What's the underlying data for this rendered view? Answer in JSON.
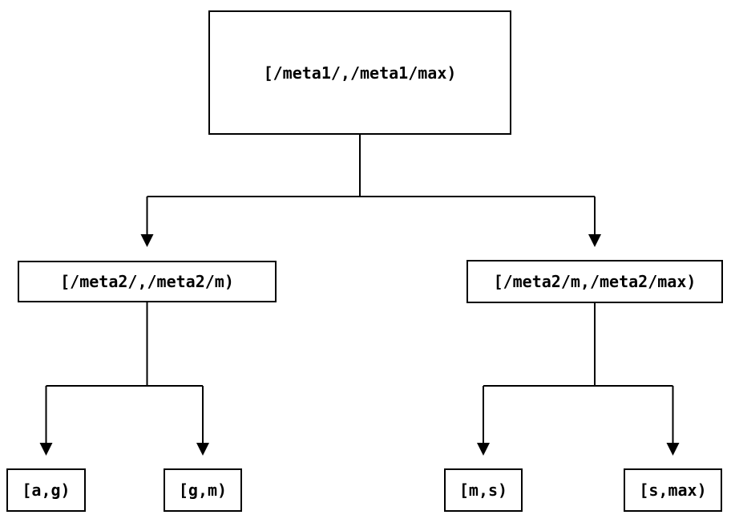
{
  "canvas": {
    "background": "#ffffff",
    "line_color": "#000000",
    "text_color": "#000000"
  },
  "tree": {
    "root": {
      "label": "[/meta1/,/meta1/max)"
    },
    "children": [
      {
        "label": "[/meta2/,/meta2/m)"
      },
      {
        "label": "[/meta2/m,/meta2/max)"
      }
    ],
    "leaves": [
      {
        "label": "[a,g)"
      },
      {
        "label": "[g,m)"
      },
      {
        "label": "[m,s)"
      },
      {
        "label": "[s,max)"
      }
    ]
  }
}
